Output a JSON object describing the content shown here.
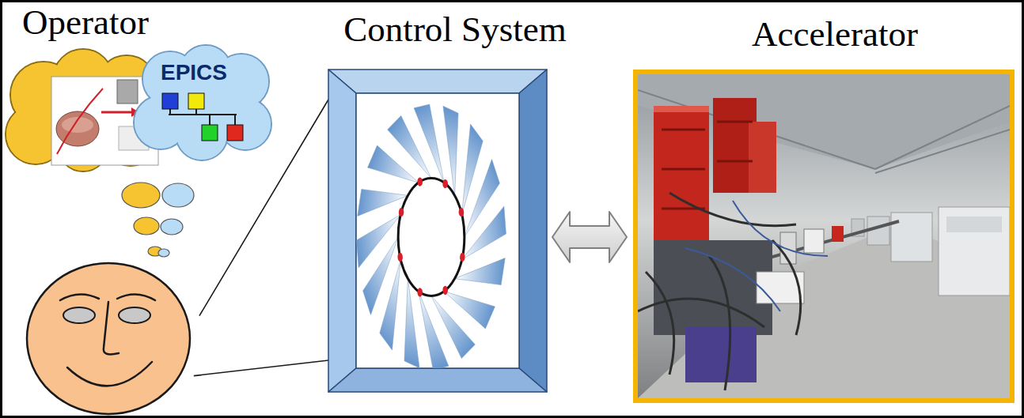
{
  "diagram": {
    "nodes": [
      {
        "text": [
          "Operator"
        ]
      },
      {
        "text": [
          "EPICS"
        ]
      },
      {
        "text": [
          "Control System"
        ]
      },
      {
        "text": [
          "Accelerator"
        ]
      }
    ],
    "edges": [
      {
        "from": 0,
        "to": 2,
        "arrow": "none"
      },
      {
        "from": 2,
        "to": 3,
        "arrow": "both"
      }
    ]
  }
}
